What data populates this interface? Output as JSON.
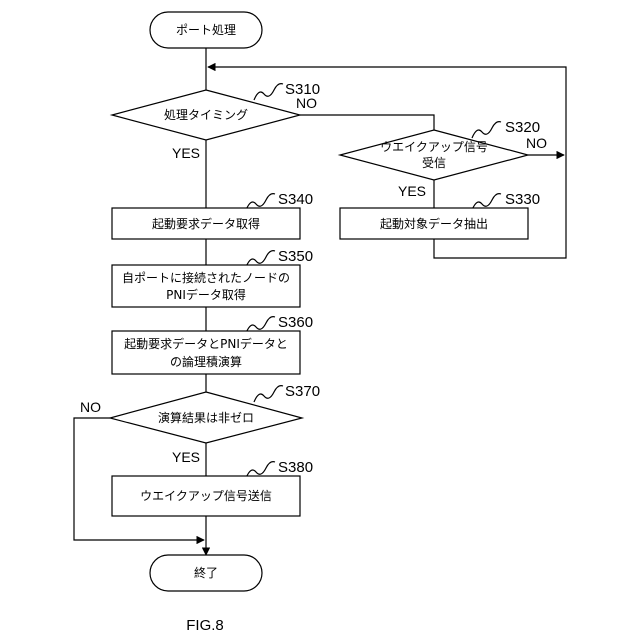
{
  "figure_label": "FIG.8",
  "nodes": {
    "start": {
      "text": "ポート処理"
    },
    "d310": {
      "step": "S310",
      "text": "処理タイミング"
    },
    "d320": {
      "step": "S320",
      "line1": "ウエイクアップ信号",
      "line2": "受信"
    },
    "p330": {
      "step": "S330",
      "text": "起動対象データ抽出"
    },
    "p340": {
      "step": "S340",
      "text": "起動要求データ取得"
    },
    "p350": {
      "step": "S350",
      "line1": "自ポートに接続されたノードの",
      "line2": "PNIデータ取得"
    },
    "p360": {
      "step": "S360",
      "line1": "起動要求データとPNIデータと",
      "line2": "の論理積演算"
    },
    "d370": {
      "step": "S370",
      "text": "演算結果は非ゼロ"
    },
    "p380": {
      "step": "S380",
      "text": "ウエイクアップ信号送信"
    },
    "end": {
      "text": "終了"
    }
  },
  "branch_labels": {
    "yes": "YES",
    "no": "NO"
  }
}
